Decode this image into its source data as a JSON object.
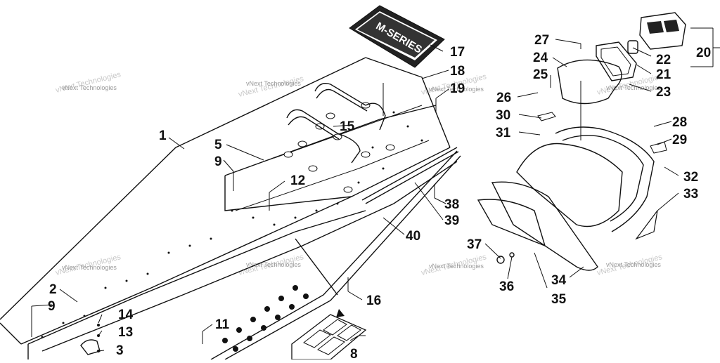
{
  "watermark": "vNext Technologies",
  "decal_text": "M-SERIES",
  "callouts": [
    "1",
    "2",
    "3",
    "5",
    "8",
    "9",
    "9",
    "11",
    "12",
    "13",
    "14",
    "15",
    "16",
    "17",
    "18",
    "19",
    "20",
    "21",
    "22",
    "23",
    "24",
    "25",
    "26",
    "27",
    "28",
    "29",
    "30",
    "31",
    "32",
    "33",
    "34",
    "35",
    "36",
    "37",
    "38",
    "39",
    "40"
  ]
}
